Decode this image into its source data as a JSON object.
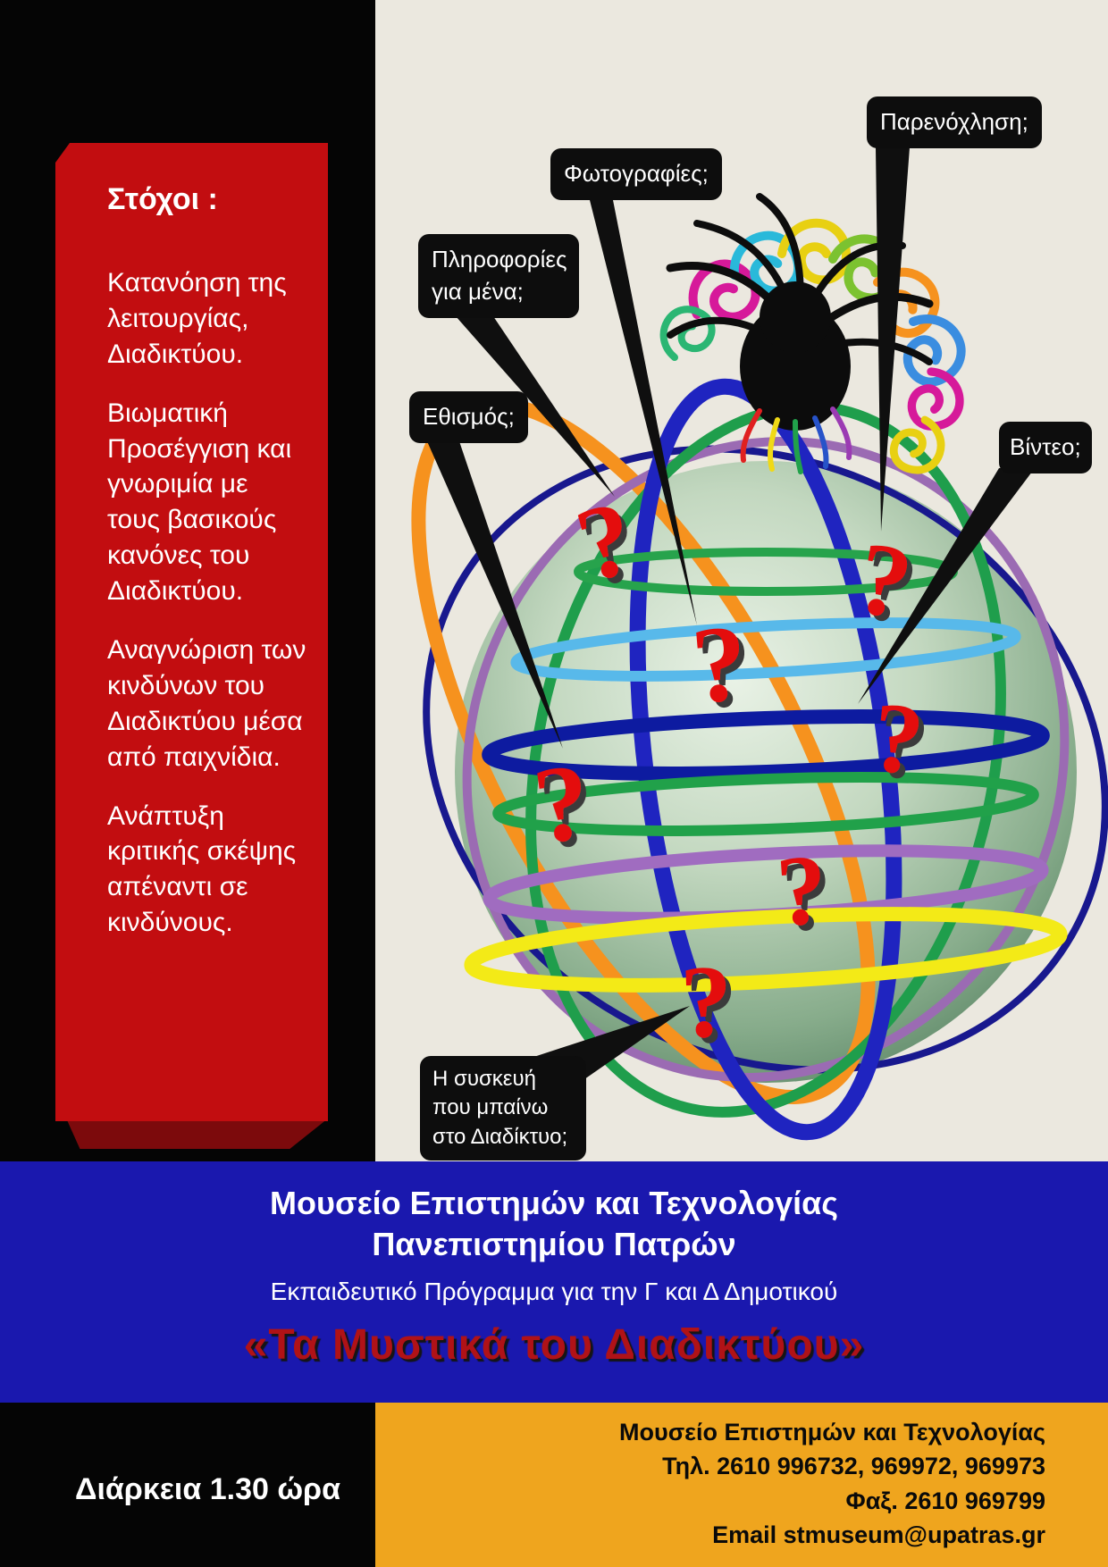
{
  "poster": {
    "goals": {
      "heading": "Στόχοι :",
      "items": [
        "Κατανόηση της λειτουργίας, Διαδικτύου.",
        "Βιωματική Προσέγγιση και γνωριμία με τους βασικούς κανόνες του Διαδικτύου.",
        "Αναγνώριση των  κινδύνων του Διαδικτύου μέσα από παιχνίδια.",
        "Ανάπτυξη κριτικής σκέψης απέναντι σε κινδύνους."
      ]
    },
    "bubbles": [
      {
        "label": "Πληροφορίες για μένα;"
      },
      {
        "label": "Φωτογραφίες;"
      },
      {
        "label": "Παρενόχληση;"
      },
      {
        "label": "Εθισμός;"
      },
      {
        "label": "Βίντεο;"
      },
      {
        "label": "Η συσκευή που μπαίνω  στο Διαδίκτυο;"
      }
    ],
    "question_mark": "?",
    "banner": {
      "line1": "Μουσείο  Επιστημών και Τεχνολογίας",
      "line2": "Πανεπιστημίου Πατρών",
      "subtitle": "Εκπαιδευτικό Πρόγραμμα για την Γ και Δ Δημοτικού",
      "title": "«Τα Μυστικά του Διαδικτύου»"
    },
    "duration": "Διάρκεια  1.30 ώρα",
    "contact": {
      "name": "Μουσείο Επιστημών και Τεχνολογίας",
      "phone": "Τηλ. 2610 996732, 969972, 969973",
      "fax": "Φαξ. 2610 969799",
      "email": "Email stmuseum@upatras.gr"
    }
  },
  "colors": {
    "ribbon_red": "#c20d10",
    "banner_blue": "#1a18ae",
    "contact_orange": "#efa51e",
    "title_red": "#b01217",
    "question_red": "#e40d0d",
    "background_black": "#050505",
    "canvas_cream": "#ebe8df"
  }
}
